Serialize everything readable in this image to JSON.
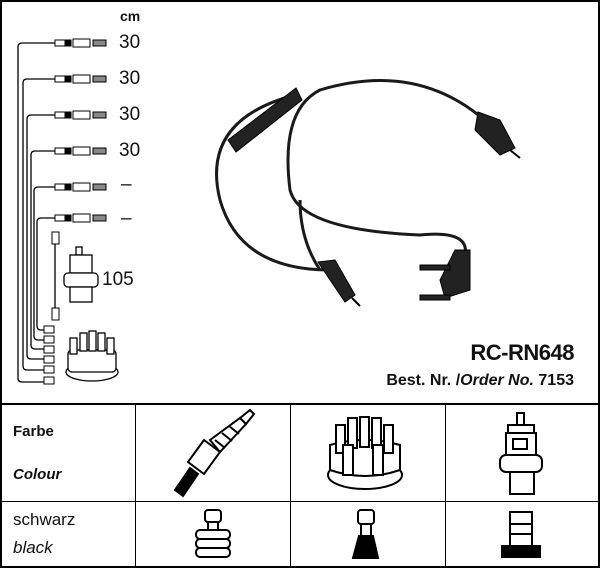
{
  "legend": {
    "unit": "cm",
    "lengths": [
      "30",
      "30",
      "30",
      "30",
      "–",
      "–"
    ],
    "coil_length": "105"
  },
  "product": {
    "code": "RC-RN648",
    "order_label_de": "Best. Nr.",
    "order_separator": "/",
    "order_label_en": "Order No.",
    "order_number": "7153"
  },
  "table": {
    "label_de": "Farbe",
    "label_en": "Colour",
    "color_de": "schwarz",
    "color_en": "black",
    "columns": [
      "spark-plug",
      "distributor-cap",
      "ignition-coil"
    ]
  },
  "colors": {
    "ink": "#000000",
    "background": "#ffffff"
  }
}
